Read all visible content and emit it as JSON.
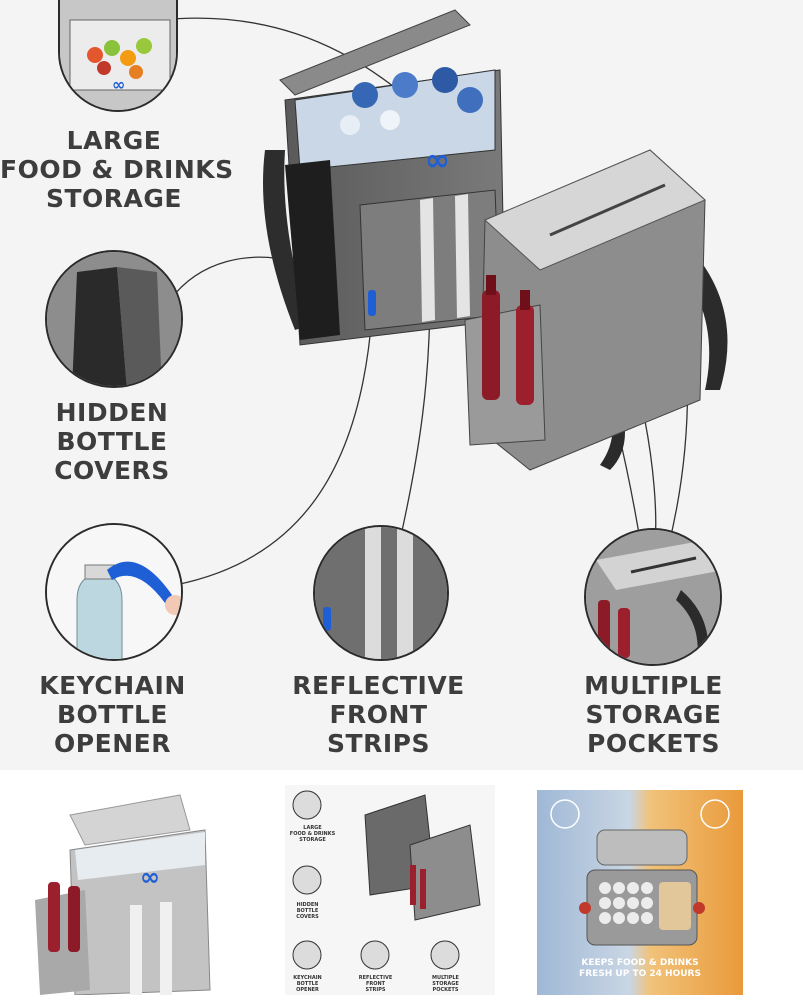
{
  "features": [
    {
      "id": "storage",
      "line1": "LARGE",
      "line2": "FOOD & DRINKS",
      "line3": "STORAGE"
    },
    {
      "id": "covers",
      "line1": "HIDDEN",
      "line2": "BOTTLE",
      "line3": "COVERS"
    },
    {
      "id": "opener",
      "line1": "KEYCHAIN",
      "line2": "BOTTLE",
      "line3": "OPENER"
    },
    {
      "id": "strips",
      "line1": "REFLECTIVE",
      "line2": "FRONT",
      "line3": "STRIPS"
    },
    {
      "id": "pockets",
      "line1": "MULTIPLE",
      "line2": "STORAGE",
      "line3": "POCKETS"
    }
  ],
  "thumbnail_promo": {
    "line1": "KEEPS FOOD & DRINKS",
    "line2": "FRESH UP TO 24 HOURS"
  },
  "colors": {
    "bag_gray": "#6b6b6b",
    "bag_light": "#bdbdbd",
    "logo_blue": "#1f5fd6",
    "wine": "#9c1f2e",
    "text": "#3d3d3d"
  }
}
